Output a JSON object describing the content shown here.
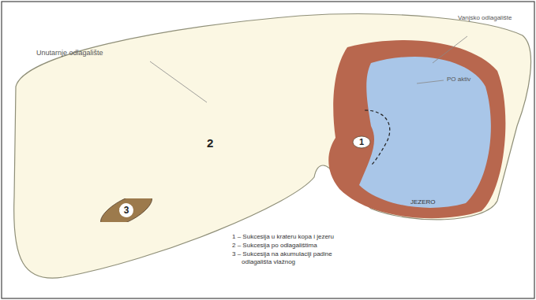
{
  "diagram": {
    "nodes": [
      {
        "text": [
          "2"
        ]
      },
      {
        "text": [
          "3"
        ],
        "in": 0
      },
      {
        "text": [
          "1"
        ]
      }
    ],
    "edges": [],
    "labels": [
      "Unutarnje odlagalište",
      "Vanjsko odlagalište",
      "PO aktiv",
      "JEZERO",
      "1 – Sukcesija u krateru kopa i jezeru",
      "2 – Sukcesija po odlagalištima",
      "3 – Sukcesija na akumulaciji padine",
      "odlagališta vlažnog"
    ]
  }
}
